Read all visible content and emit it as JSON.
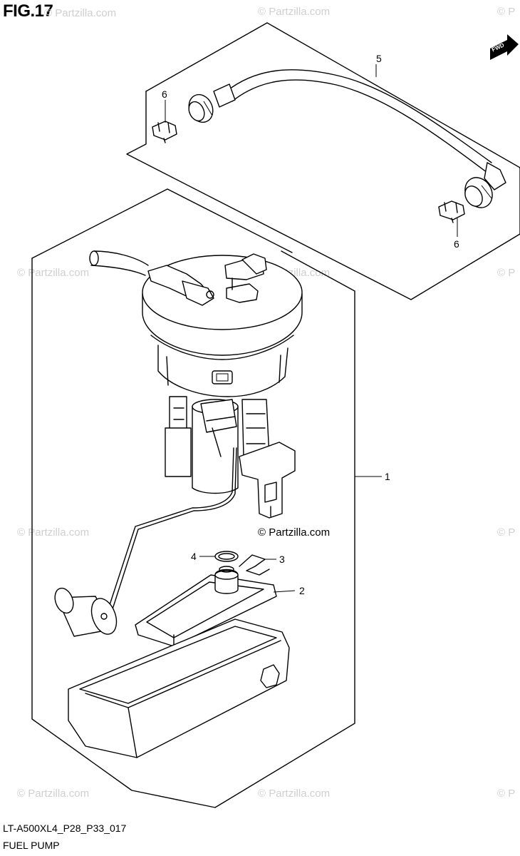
{
  "figure": {
    "title": "FIG.17",
    "code": "LT-A500XL4_P28_P33_017",
    "name": "FUEL PUMP"
  },
  "watermarks": {
    "text": "© Partzilla.com",
    "edge_text": "© P",
    "center_text": "© Partzilla.com"
  },
  "direction_tag": "FWD",
  "callouts": [
    {
      "id": "1",
      "label": "1"
    },
    {
      "id": "2",
      "label": "2"
    },
    {
      "id": "3",
      "label": "3"
    },
    {
      "id": "4",
      "label": "4"
    },
    {
      "id": "5",
      "label": "5"
    },
    {
      "id": "6a",
      "label": "6"
    },
    {
      "id": "6b",
      "label": "6"
    }
  ]
}
